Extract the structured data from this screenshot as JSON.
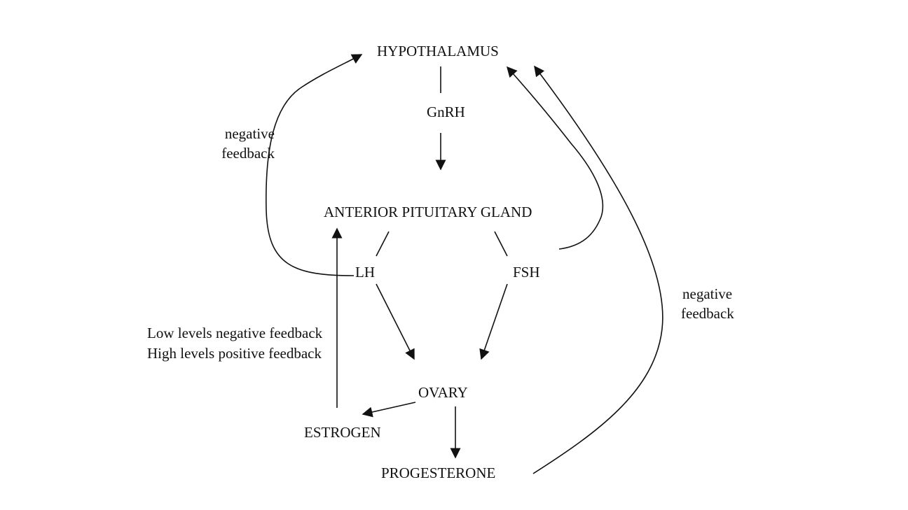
{
  "nodes": {
    "hypothalamus": "HYPOTHALAMUS",
    "gnrh": "GnRH",
    "anterior_pituitary": "ANTERIOR PITUITARY GLAND",
    "lh": "LH",
    "fsh": "FSH",
    "ovary": "OVARY",
    "estrogen": "ESTROGEN",
    "progesterone": "PROGESTERONE"
  },
  "annotations": {
    "left_feedback_line1": "negative",
    "left_feedback_line2": "feedback",
    "right_feedback_line1": "negative",
    "right_feedback_line2": "feedback",
    "estrogen_feedback_line1": "Low levels negative feedback",
    "estrogen_feedback_line2": "High levels positive feedback"
  },
  "colors": {
    "ink": "#111111",
    "background": "#ffffff"
  }
}
